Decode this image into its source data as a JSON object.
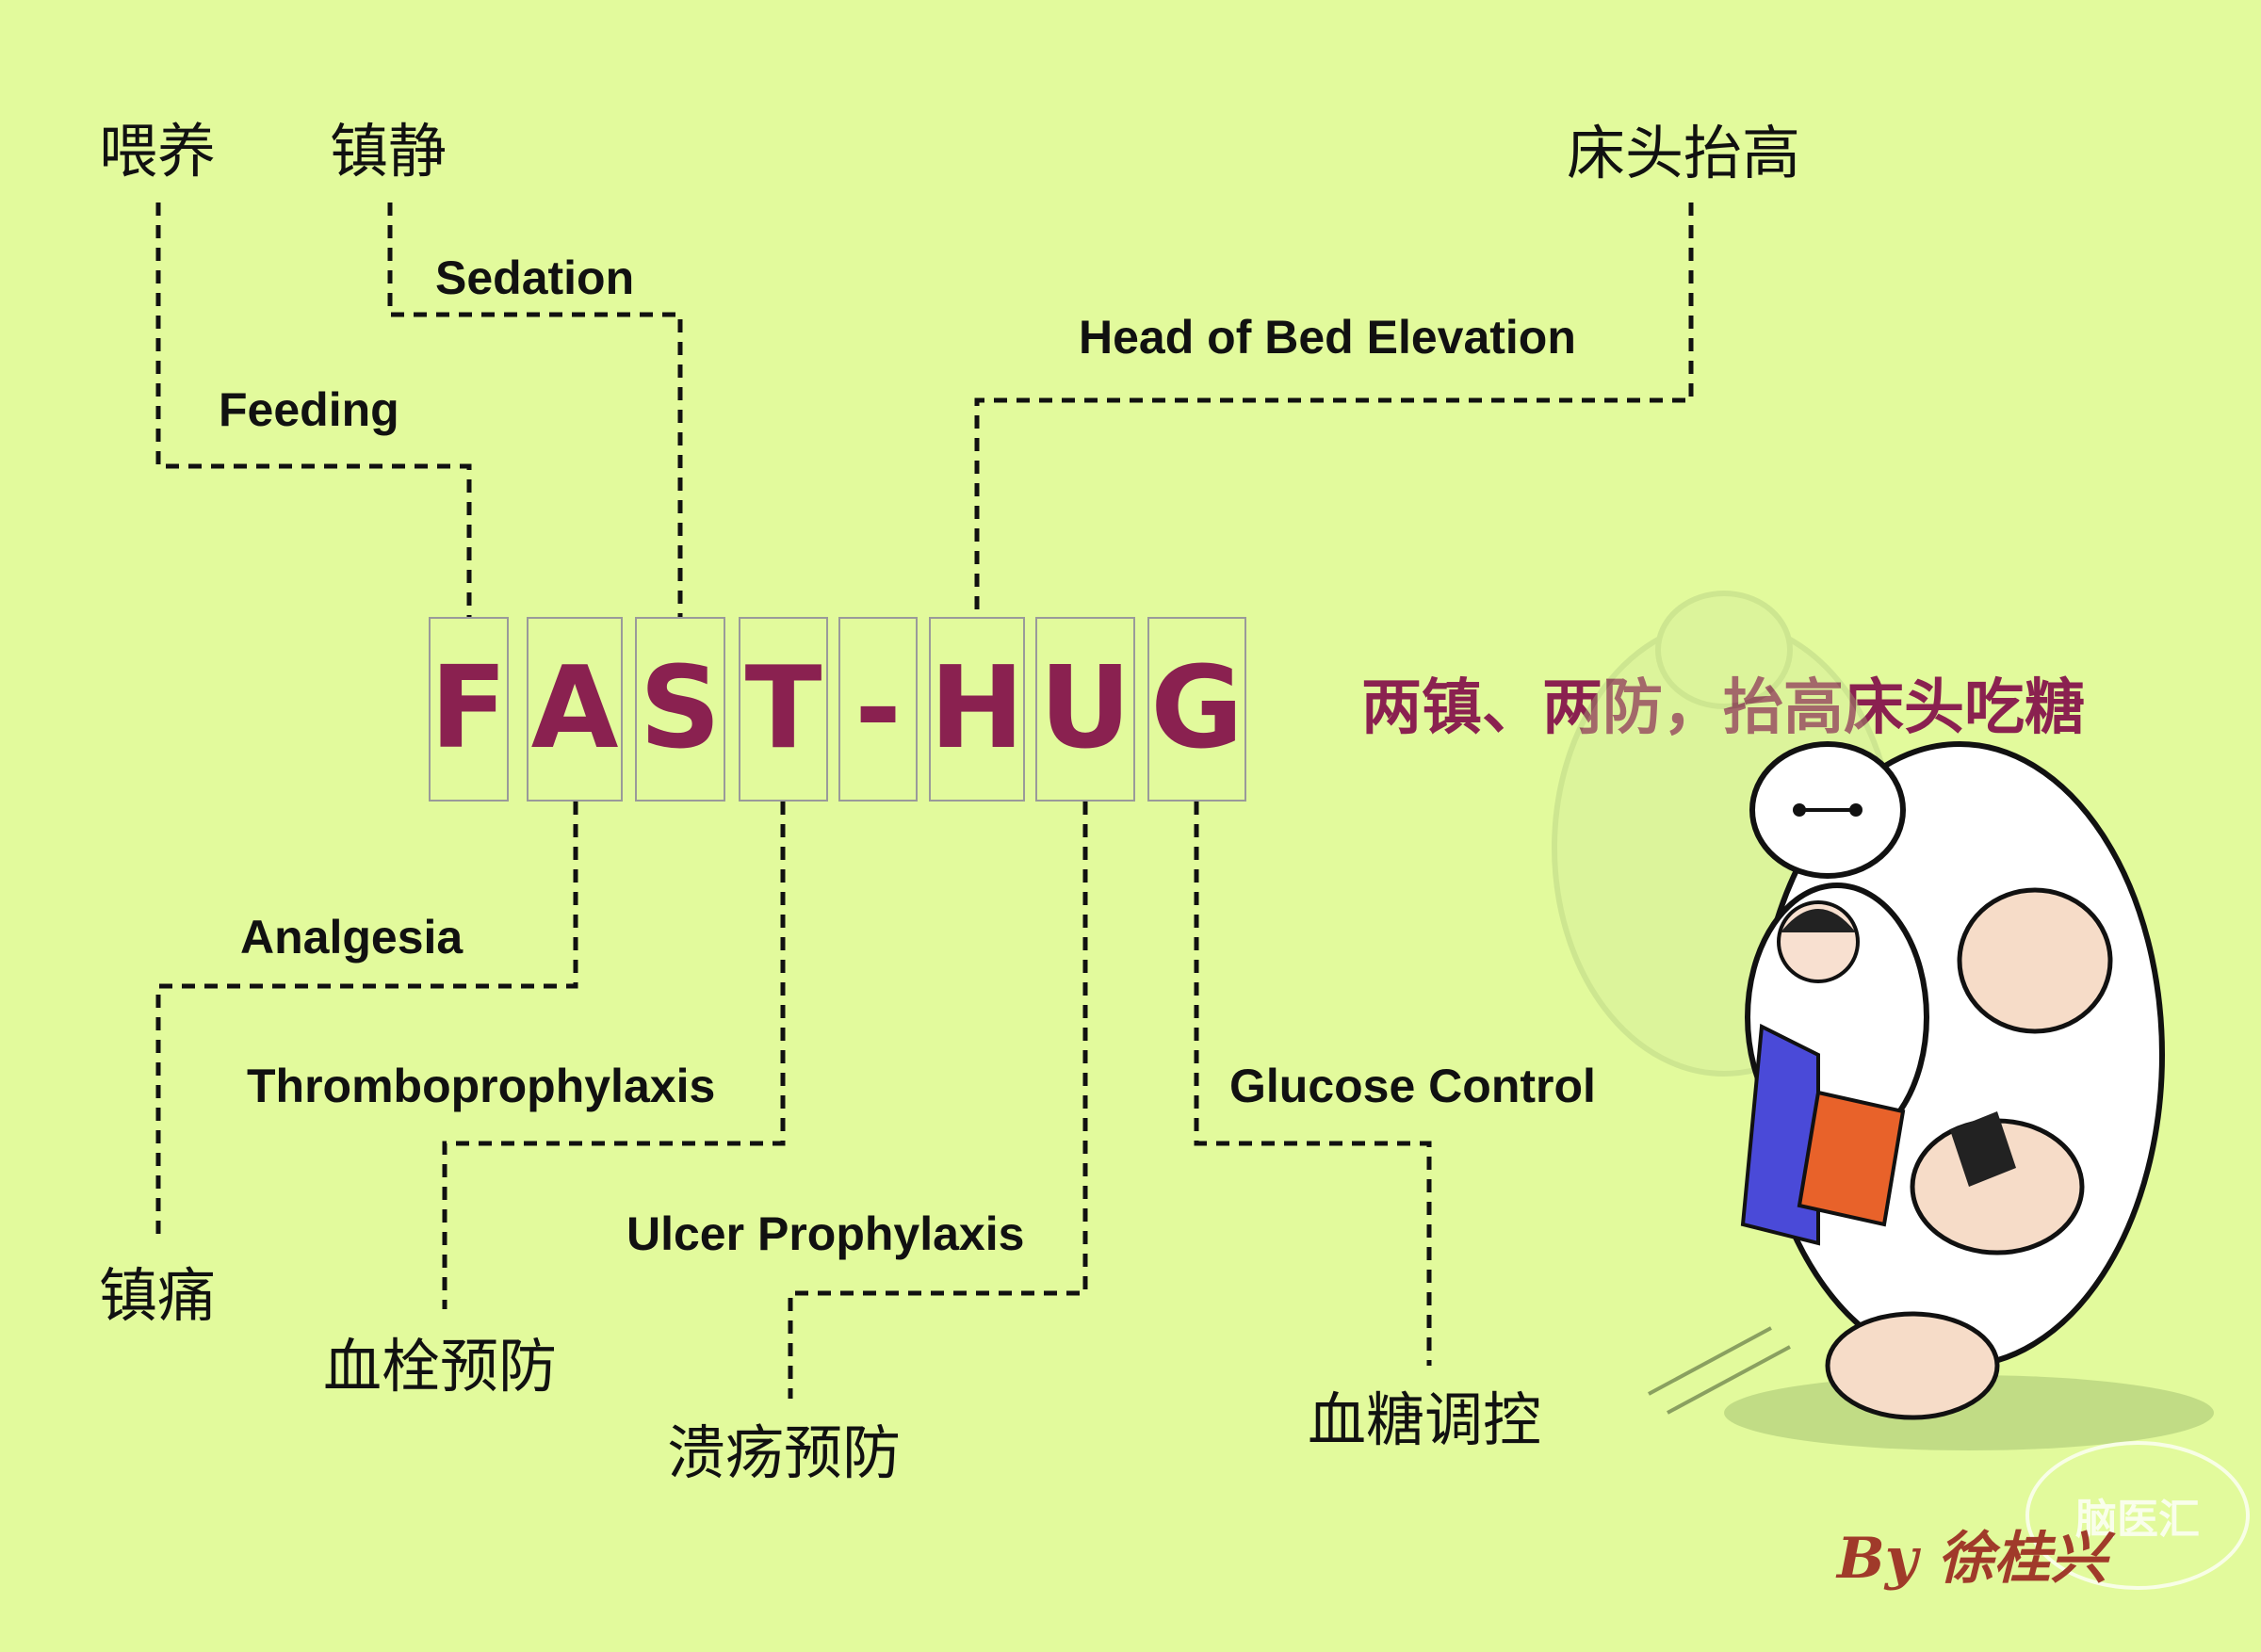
{
  "acronym": {
    "letters": [
      "F",
      "A",
      "S",
      "T",
      "-",
      "H",
      "U",
      "G"
    ],
    "color": "#8a2150"
  },
  "items": {
    "feeding": {
      "en": "Feeding",
      "zh": "喂养"
    },
    "sedation": {
      "en": "Sedation",
      "zh": "镇静"
    },
    "head_of_bed": {
      "en": "Head of Bed Elevation",
      "zh": "床头抬高"
    },
    "analgesia": {
      "en": "Analgesia",
      "zh": "镇痛"
    },
    "thromboprophylaxis": {
      "en": "Thromboprophylaxis",
      "zh": "血栓预防"
    },
    "ulcer": {
      "en": "Ulcer Prophylaxis",
      "zh": "溃疡预防"
    },
    "glucose": {
      "en": "Glucose Control",
      "zh": "血糖调控"
    }
  },
  "slogan": "两镇、两防，抬高床头吃糖",
  "signature": "By 徐桂兴",
  "watermark": "脑医汇",
  "colors": {
    "background": "#e2fa9c",
    "accent": "#8a2150",
    "line": "#111111"
  }
}
